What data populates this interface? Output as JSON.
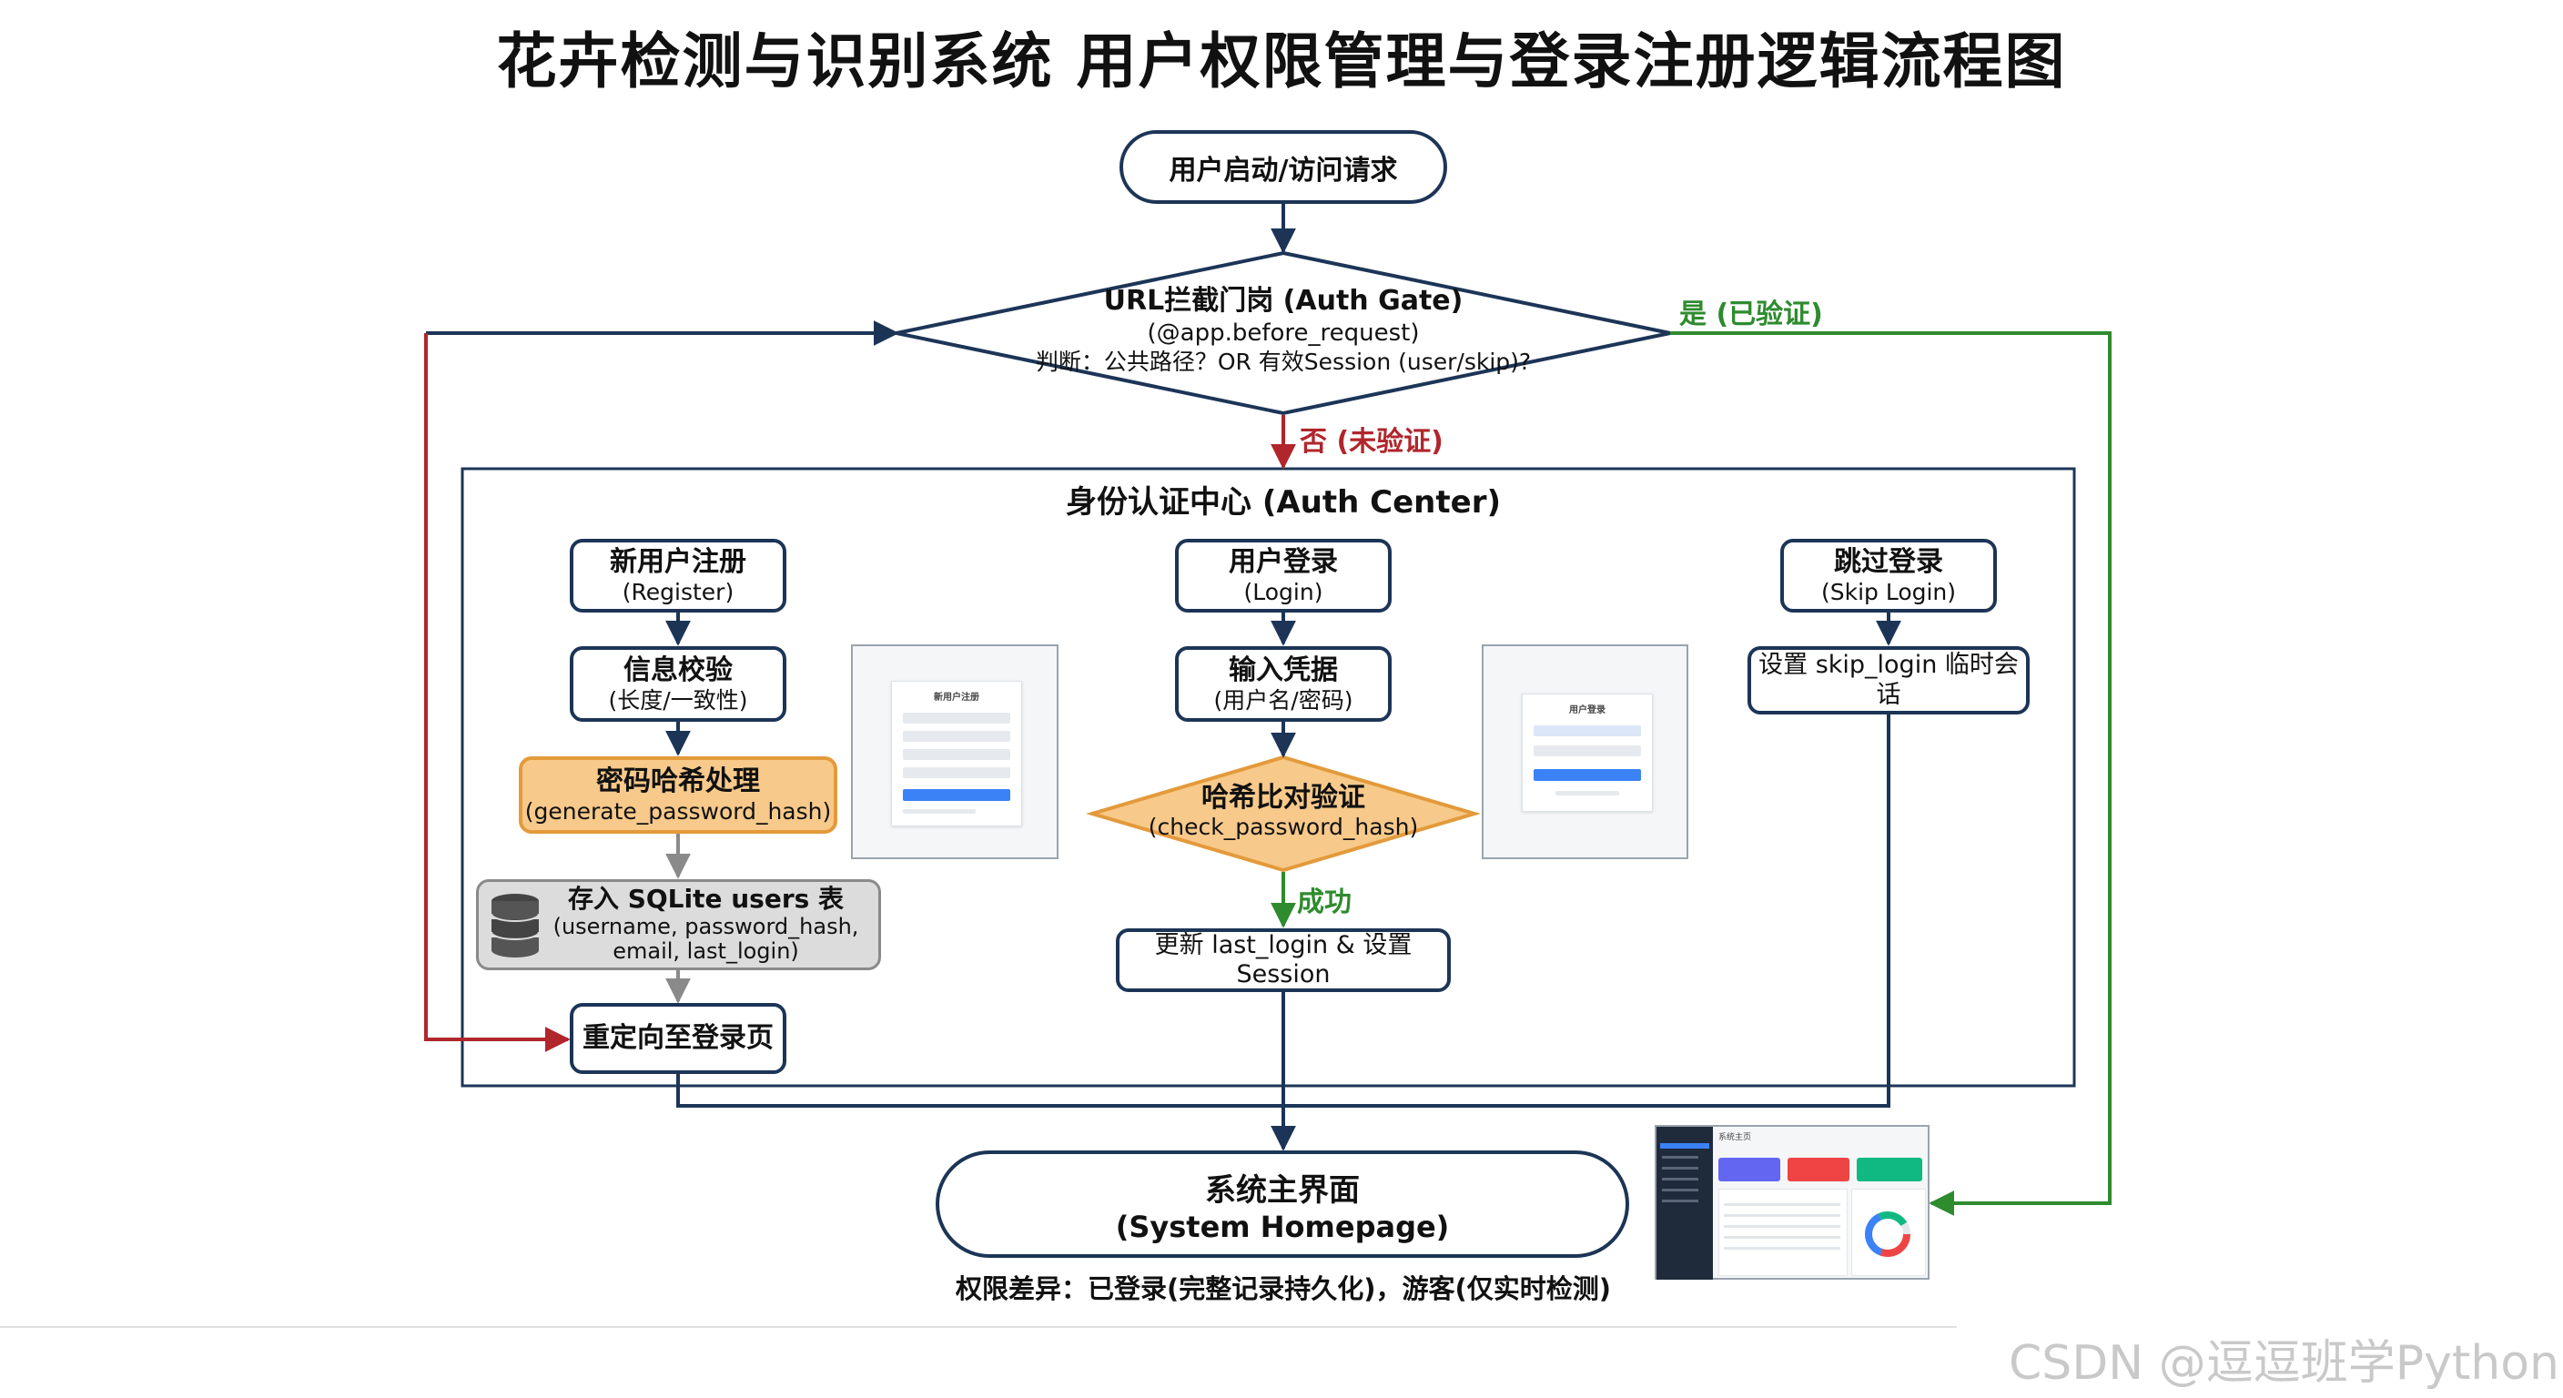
{
  "title": "花卉检测与识别系统   用户权限管理与登录注册逻辑流程图",
  "start": "用户启动/访问请求",
  "gate": {
    "line1": "URL拦截门岗 (Auth Gate)",
    "line2": "(@app.before_request)",
    "line3": "判断：公共路径？OR 有效Session (user/skip)?"
  },
  "yes_label": "是 (已验证)",
  "no_label": "否 (未验证)",
  "auth_center_title": "身份认证中心 (Auth Center)",
  "register": {
    "title": "新用户注册",
    "sub": "(Register)",
    "validate_title": "信息校验",
    "validate_sub": "(长度/一致性)",
    "hash_title": "密码哈希处理",
    "hash_sub": "(generate_password_hash)",
    "store_line1": "存入 SQLite users 表",
    "store_line2": "(username, password_hash,",
    "store_line3": "email, last_login)",
    "redirect": "重定向至登录页"
  },
  "login": {
    "title": "用户登录",
    "sub": "(Login)",
    "input_title": "输入凭据",
    "input_sub": "(用户名/密码)",
    "check_title": "哈希比对验证",
    "check_sub": "(check_password_hash)",
    "success_label": "成功",
    "update": "更新 last_login & 设置 Session"
  },
  "skip": {
    "title": "跳过登录",
    "sub": "(Skip Login)",
    "set": "设置 skip_login 临时会话"
  },
  "screens": {
    "register_title": "新用户注册",
    "login_title": "用户登录",
    "dashboard_title": "系统主页"
  },
  "home": {
    "line1": "系统主界面",
    "line2": "(System Homepage)"
  },
  "permission_note": "权限差异：已登录(完整记录持久化)，游客(仅实时检测)",
  "watermark": "CSDN @逗逗班学Python",
  "colors": {
    "navy": "#1c3557",
    "red": "#b0262c",
    "green": "#2e8b2e",
    "orange": "#f7c98a",
    "gray": "#dcdcdc"
  }
}
